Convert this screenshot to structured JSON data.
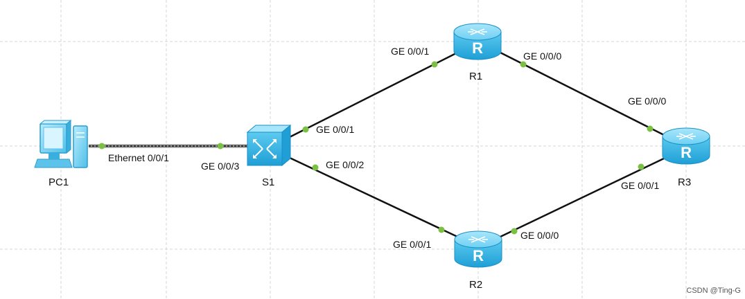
{
  "devices": {
    "pc1": {
      "name": "PC1",
      "icon": "pc-icon"
    },
    "s1": {
      "name": "S1",
      "icon": "switch-icon"
    },
    "r1": {
      "name": "R1",
      "icon": "router-icon"
    },
    "r2": {
      "name": "R2",
      "icon": "router-icon"
    },
    "r3": {
      "name": "R3",
      "icon": "router-icon"
    }
  },
  "ports": {
    "pc1_e001": "Ethernet 0/0/1",
    "s1_ge003": "GE 0/0/3",
    "s1_ge001": "GE 0/0/1",
    "s1_ge002": "GE 0/0/2",
    "r1_ge001": "GE 0/0/1",
    "r1_ge000": "GE 0/0/0",
    "r3_ge000": "GE 0/0/0",
    "r3_ge001": "GE 0/0/1",
    "r2_ge001": "GE 0/0/1",
    "r2_ge000": "GE 0/0/0"
  },
  "links": [
    {
      "from": "PC1",
      "to": "S1",
      "type": "ethernet"
    },
    {
      "from": "S1",
      "to": "R1",
      "type": "gigabit"
    },
    {
      "from": "S1",
      "to": "R2",
      "type": "gigabit"
    },
    {
      "from": "R1",
      "to": "R3",
      "type": "gigabit"
    },
    {
      "from": "R2",
      "to": "R3",
      "type": "gigabit"
    }
  ],
  "watermark": "CSDN @Ting-G",
  "colors": {
    "link": "#111111",
    "port_dot": "#7ac143",
    "router_body": "#33b4e6",
    "grid": "#d4d4d4"
  }
}
